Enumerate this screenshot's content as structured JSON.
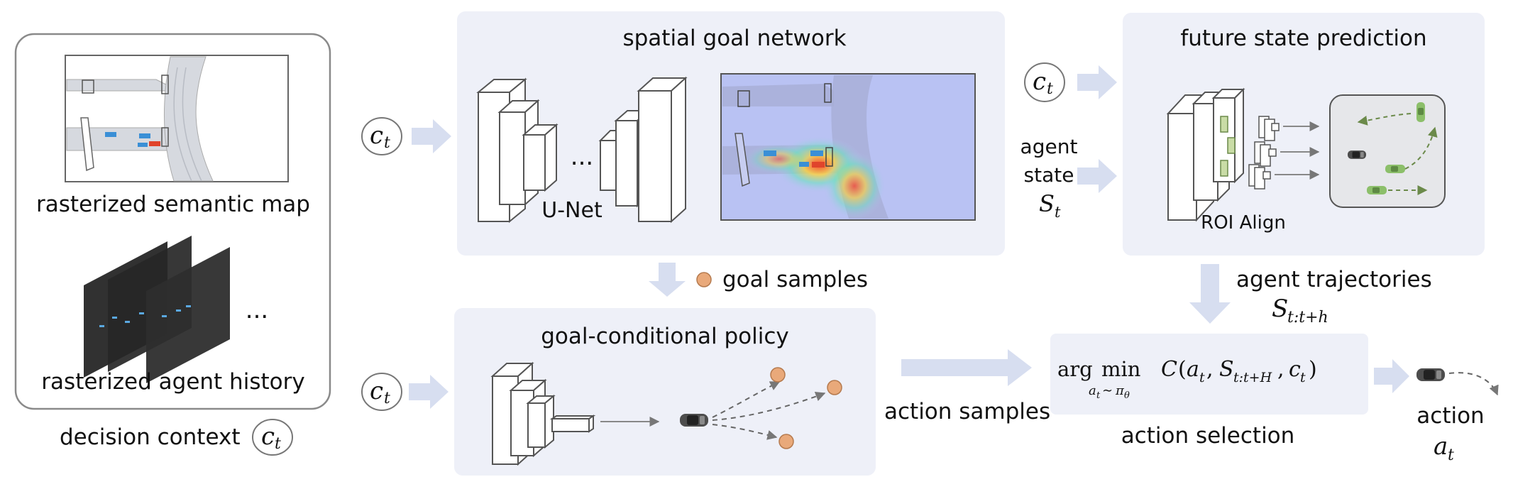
{
  "context": {
    "map_caption": "rasterized semantic map",
    "history_caption": "rasterized agent history",
    "history_ellipsis": "...",
    "caption": "decision context",
    "symbol": "c",
    "symbol_sub": "t"
  },
  "goal_network": {
    "title": "spatial goal network",
    "unet_label": "U-Net",
    "ellipsis": "...",
    "input_symbol": "c",
    "input_sub": "t"
  },
  "goal_samples_label": "goal samples",
  "policy": {
    "title": "goal-conditional policy",
    "input_symbol": "c",
    "input_sub": "t"
  },
  "action_samples_label": "action samples",
  "future": {
    "title": "future state prediction",
    "input_symbol": "c",
    "input_sub": "t",
    "agent_state_line1": "agent",
    "agent_state_line2": "state",
    "state_symbol": "S",
    "state_sub": "t",
    "roi_label": "ROI Align"
  },
  "trajectories": {
    "label": "agent trajectories",
    "symbol": "S",
    "symbol_sub": "t:t+h"
  },
  "selection": {
    "formula_arg": "arg",
    "formula_min": "min",
    "formula_sub": "a",
    "formula_sub_t": "t",
    "formula_sim": "∼",
    "formula_pi": "π",
    "formula_theta": "θ",
    "formula_C": "C",
    "formula_open": "(",
    "formula_a": "a",
    "formula_a_t": "t",
    "formula_comma1": ",",
    "formula_S": "S",
    "formula_S_sub": "t:t+H",
    "formula_comma2": ",",
    "formula_c": "c",
    "formula_c_t": "t",
    "formula_close": ")",
    "caption": "action selection"
  },
  "action": {
    "label": "action",
    "symbol": "a",
    "symbol_sub": "t"
  },
  "colors": {
    "panel_bg": "#eef0f8",
    "arrow": "#d7def0",
    "goal_dot": "#e9a97a",
    "heat_blue": "#b9c2f3",
    "ego_car": "#5a5a5a",
    "red_car": "#e0442c",
    "blue_car": "#3a8fd6",
    "agent_car": "#8cbf6a"
  }
}
